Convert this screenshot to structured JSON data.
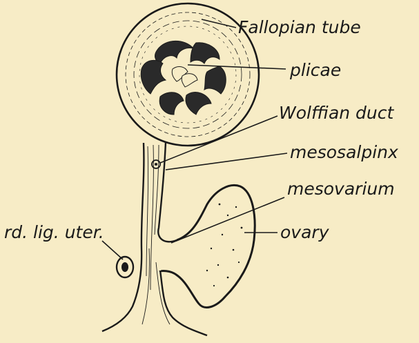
{
  "labels": {
    "fallopian_tube": "Fallopian tube",
    "plicae": "plicae",
    "wolffian_duct": "Wolffian duct",
    "mesosalpinx": "mesosalpinx",
    "mesovarium": "mesovarium",
    "ovary": "ovary",
    "round_ligament": "rd. lig. uter."
  },
  "colors": {
    "paper": "#f7ecc6",
    "ink": "#1a1a1a"
  }
}
